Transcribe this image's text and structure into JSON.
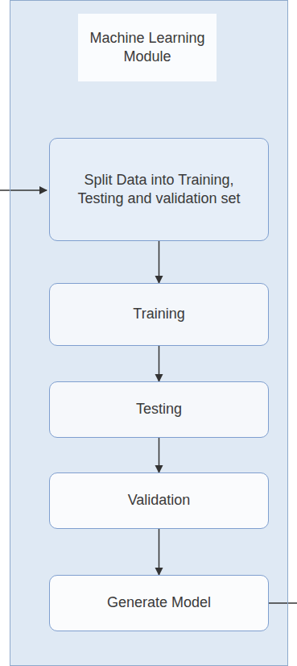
{
  "diagram": {
    "nodes": [
      {
        "text": [
          "Machine Learning Module"
        ]
      },
      {
        "text": [
          "Split Data into Training, Testing and validation set"
        ],
        "in": 0
      },
      {
        "text": [
          "Training"
        ],
        "in": 0
      },
      {
        "text": [
          "Testing"
        ],
        "in": 0
      },
      {
        "text": [
          "Validation"
        ],
        "in": 0
      },
      {
        "text": [
          "Generate Model"
        ],
        "in": 0
      }
    ],
    "edges": [
      {
        "from": 1,
        "to": 2,
        "arrow": "to"
      },
      {
        "from": 2,
        "to": 3,
        "arrow": "to"
      },
      {
        "from": 3,
        "to": 4,
        "arrow": "to"
      },
      {
        "from": 4,
        "to": 5,
        "arrow": "to"
      }
    ]
  }
}
